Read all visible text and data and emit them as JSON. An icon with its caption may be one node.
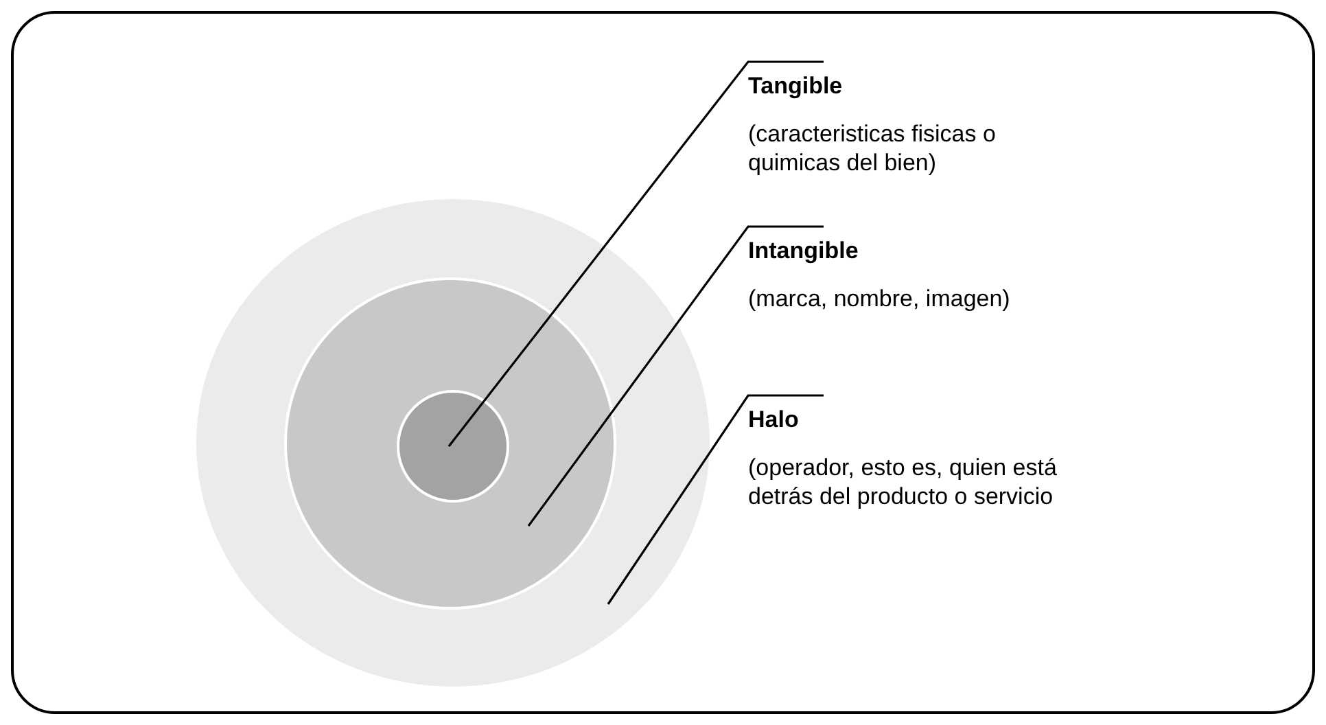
{
  "diagram": {
    "nodes": [
      {
        "text": [],
        "shape": "circle"
      },
      {
        "text": [],
        "shape": "circle",
        "in": 0
      },
      {
        "text": [],
        "shape": "circle",
        "in": 1
      },
      {
        "text": [
          "Tangible",
          "(caracteristicas fisicas o quimicas del bien)"
        ]
      },
      {
        "text": [
          "Intangible",
          "(marca, nombre, imagen)"
        ]
      },
      {
        "text": [
          "Halo",
          "(operador, esto es, quien está detrás del producto o servicio"
        ]
      }
    ],
    "edges": [
      {
        "from": 3,
        "to": 2,
        "arrow": "none"
      },
      {
        "from": 4,
        "to": 1,
        "arrow": "none"
      },
      {
        "from": 5,
        "to": 0,
        "arrow": "none"
      }
    ]
  }
}
